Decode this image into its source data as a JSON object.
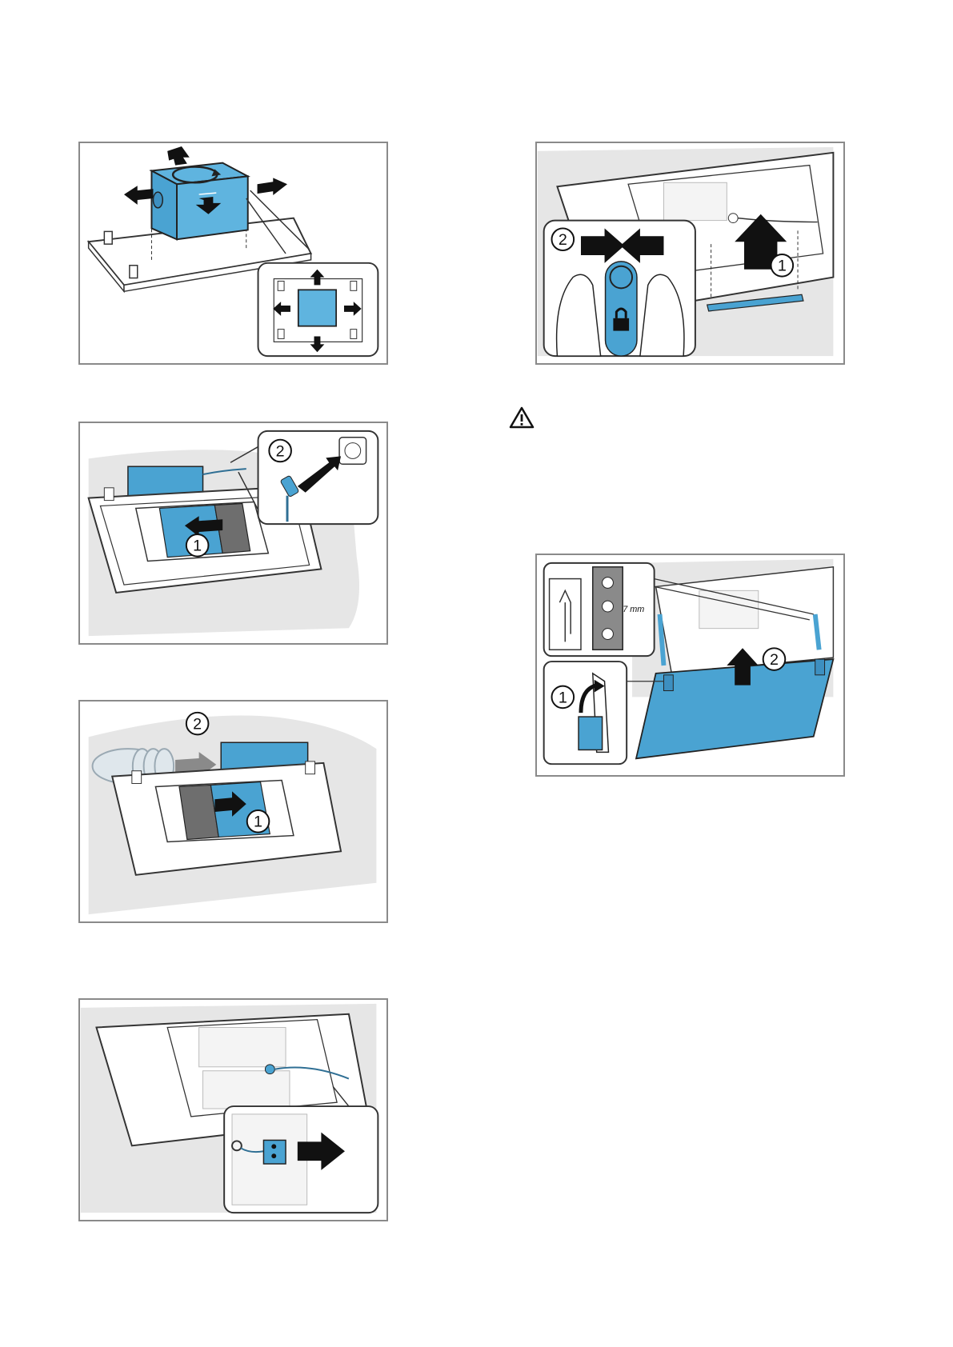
{
  "figures": {
    "fig1": {
      "step_icons": [
        "rotate-arrow-icon",
        "direction-arrows-icon"
      ]
    },
    "fig2": {
      "step1": "1",
      "step2": "2"
    },
    "fig3": {
      "step1": "1",
      "step2": "2"
    },
    "fig4": {
      "step_icons": [
        "connector-plug-icon",
        "pull-arrow-icon"
      ]
    },
    "fig5": {
      "step1": "1",
      "step2": "2"
    },
    "fig6": {
      "step1": "1",
      "step2": "2",
      "dimension": "7 mm"
    }
  },
  "warning_icon": "warning-triangle-icon",
  "colors": {
    "accent_blue": "#4da8d8",
    "frame_gray": "#8a8a8a",
    "background_gray": "#e6e6e6",
    "dark_gray": "#6e6e6e"
  }
}
